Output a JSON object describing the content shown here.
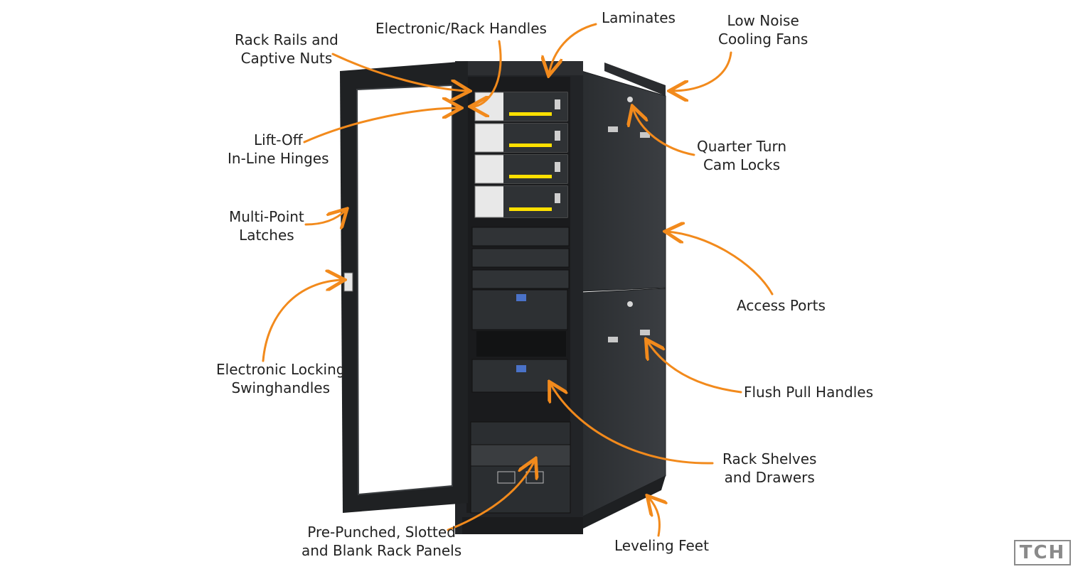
{
  "colors": {
    "arrow": "#f28a1c",
    "cabinet": "#2e3134",
    "panel": "#3a3d40",
    "text": "#222222"
  },
  "labels": {
    "laminates": "Laminates",
    "electronic_rack_handles": "Electronic/Rack Handles",
    "rack_rails": "Rack Rails and\nCaptive Nuts",
    "low_noise_fans": "Low Noise\nCooling Fans",
    "lift_off_hinges": "Lift-Off\nIn-Line Hinges",
    "quarter_turn_locks": "Quarter Turn\nCam Locks",
    "multi_point_latches": "Multi-Point\nLatches",
    "access_ports": "Access Ports",
    "electronic_locking": "Electronic Locking\nSwinghandles",
    "flush_pull_handles": "Flush Pull Handles",
    "rack_shelves": "Rack Shelves\nand Drawers",
    "pre_punched_panels": "Pre-Punched, Slotted\nand Blank Rack Panels",
    "leveling_feet": "Leveling Feet"
  },
  "logo": {
    "text": "TCH"
  }
}
